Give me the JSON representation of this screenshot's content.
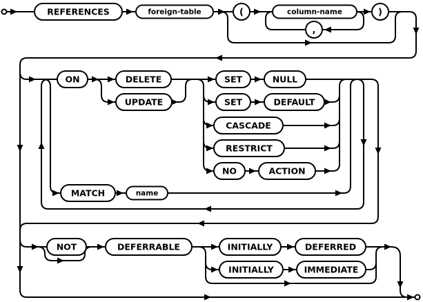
{
  "diagram": {
    "kind": "railroad-syntax-diagram",
    "colors": {
      "line": "#000000",
      "background": "#ffffff"
    },
    "nodes": {
      "references": {
        "label": "REFERENCES",
        "type": "keyword"
      },
      "foreign_table": {
        "label": "foreign-table",
        "type": "nonterminal"
      },
      "open_paren": {
        "label": "(",
        "type": "punctuation"
      },
      "column_name": {
        "label": "column-name",
        "type": "nonterminal"
      },
      "close_paren": {
        "label": ")",
        "type": "punctuation"
      },
      "comma": {
        "label": ",",
        "type": "punctuation"
      },
      "on": {
        "label": "ON",
        "type": "keyword"
      },
      "delete": {
        "label": "DELETE",
        "type": "keyword"
      },
      "update": {
        "label": "UPDATE",
        "type": "keyword"
      },
      "set_1": {
        "label": "SET",
        "type": "keyword"
      },
      "null": {
        "label": "NULL",
        "type": "keyword"
      },
      "set_2": {
        "label": "SET",
        "type": "keyword"
      },
      "default": {
        "label": "DEFAULT",
        "type": "keyword"
      },
      "cascade": {
        "label": "CASCADE",
        "type": "keyword"
      },
      "restrict": {
        "label": "RESTRICT",
        "type": "keyword"
      },
      "no": {
        "label": "NO",
        "type": "keyword"
      },
      "action": {
        "label": "ACTION",
        "type": "keyword"
      },
      "match": {
        "label": "MATCH",
        "type": "keyword"
      },
      "name": {
        "label": "name",
        "type": "nonterminal"
      },
      "not": {
        "label": "NOT",
        "type": "keyword"
      },
      "deferrable": {
        "label": "DEFERRABLE",
        "type": "keyword"
      },
      "initially_1": {
        "label": "INITIALLY",
        "type": "keyword"
      },
      "deferred": {
        "label": "DEFERRED",
        "type": "keyword"
      },
      "initially_2": {
        "label": "INITIALLY",
        "type": "keyword"
      },
      "immediate": {
        "label": "IMMEDIATE",
        "type": "keyword"
      }
    }
  }
}
